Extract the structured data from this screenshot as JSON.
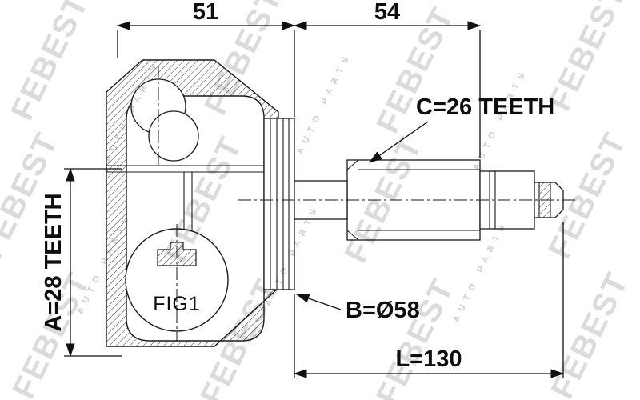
{
  "watermark": {
    "brand": "FEBEST",
    "sub": "AUTO PARTS"
  },
  "dimensions": {
    "top_left": "51",
    "top_right": "54",
    "teeth_c": "C=26 TEETH",
    "teeth_a": "A=28 TEETH",
    "diameter_b": "B=Ø58",
    "length": "L=130"
  },
  "figure": {
    "label": "FIG1"
  },
  "colors": {
    "line": "#1a1a1a",
    "watermark_gray": "#d4d4d4",
    "background": "#ffffff"
  }
}
